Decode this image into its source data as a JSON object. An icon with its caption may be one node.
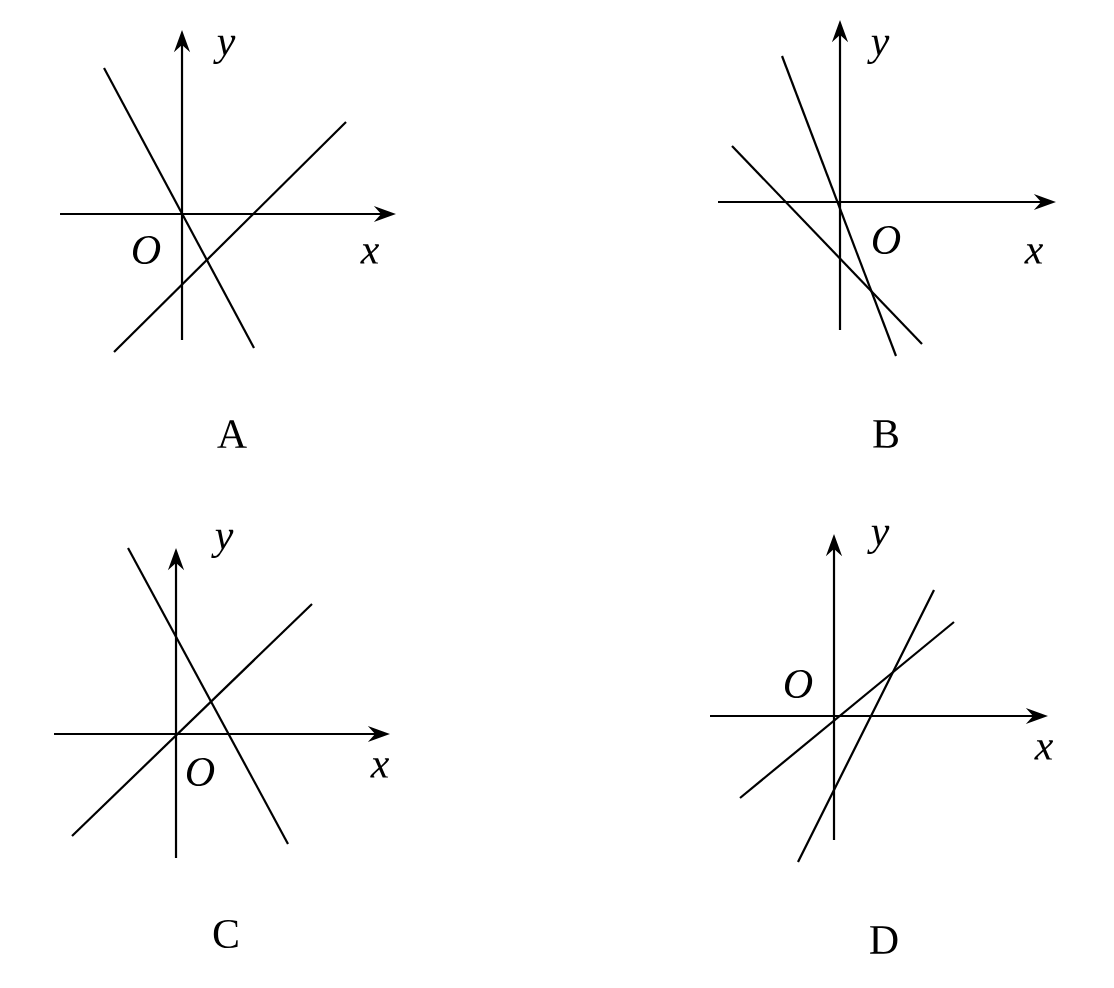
{
  "diagram": {
    "labels": [
      "y",
      "x",
      "O",
      "A",
      "y",
      "x",
      "O",
      "B",
      "y",
      "x",
      "O",
      "C",
      "y",
      "x",
      "O",
      "D"
    ]
  }
}
